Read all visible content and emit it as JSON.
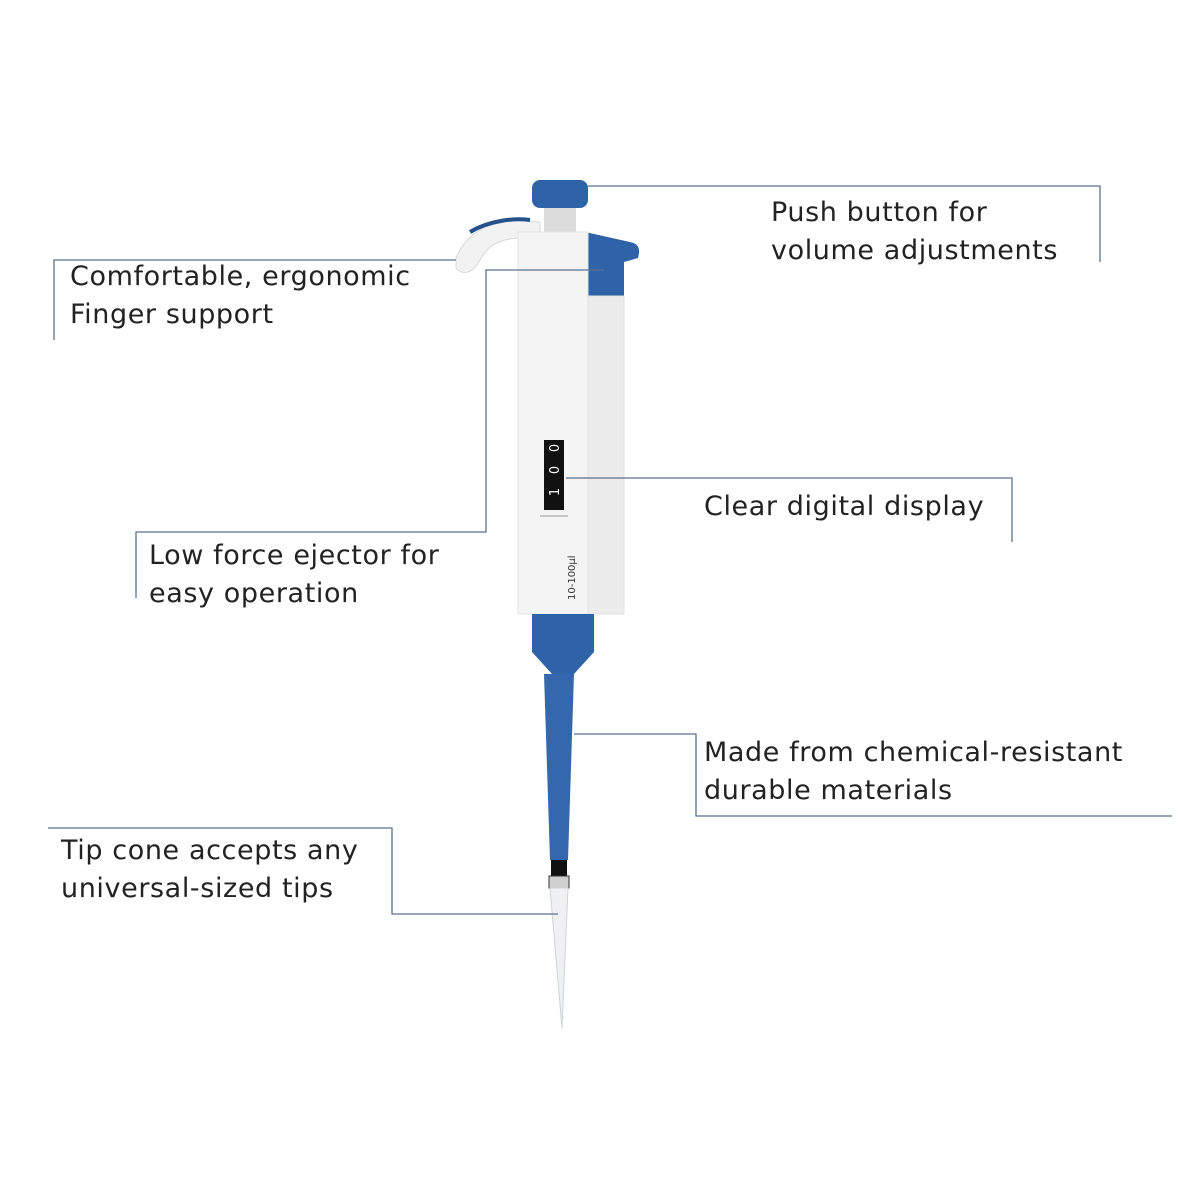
{
  "colors": {
    "line": "#5a7290",
    "blue": "#2f63a8",
    "blue_dark": "#24518c",
    "body_white": "#f4f4f4",
    "text": "#222222",
    "display_bg": "#111111"
  },
  "product": {
    "display_digits": [
      "1",
      "0",
      "0"
    ],
    "range_label": "10-100µl"
  },
  "callouts": {
    "push_button": {
      "line1": "Push button for",
      "line2": "volume adjustments"
    },
    "finger_support": {
      "line1": "Comfortable, ergonomic",
      "line2": "Finger support"
    },
    "display": {
      "line1": "Clear digital display"
    },
    "ejector": {
      "line1": "Low force ejector for",
      "line2": "easy operation"
    },
    "materials": {
      "line1": "Made from chemical-resistant",
      "line2": "durable materials"
    },
    "tip_cone": {
      "line1": "Tip cone accepts any",
      "line2": "universal-sized tips"
    }
  }
}
